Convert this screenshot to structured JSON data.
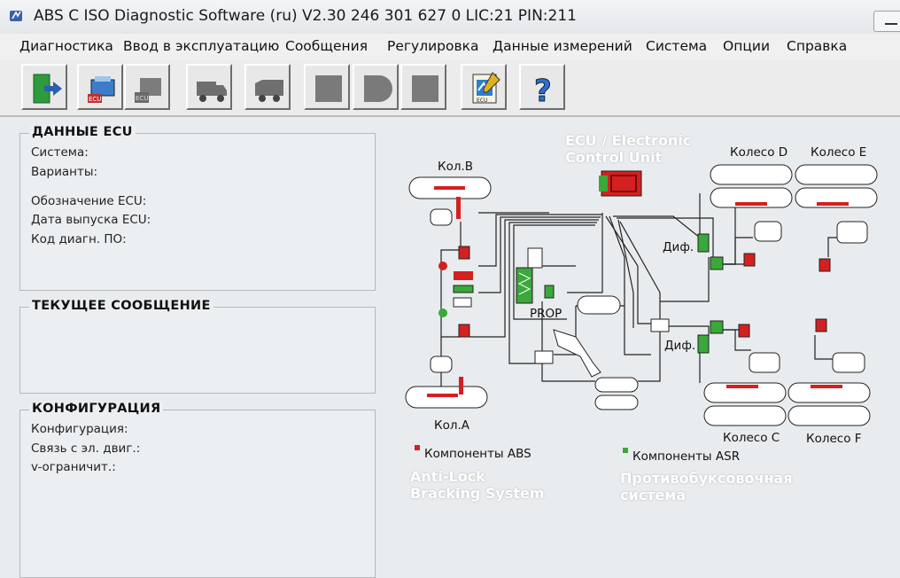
{
  "window": {
    "title": "ABS C ISO Diagnostic Software (ru) V2.30   246 301 627 0   LIC:21 PIN:211"
  },
  "menu": [
    "Диагностика",
    "Ввод в эксплуатацию",
    "Сообщения",
    "Регулировка",
    "Данные измерений",
    "Система",
    "Опции",
    "Справка"
  ],
  "toolbar": {
    "buttons": [
      "exit-icon",
      "ecu-read-icon",
      "ecu-write-icon",
      "truck-icon",
      "trailer-icon",
      "square-icon",
      "round-icon",
      "square-icon",
      "ecu-report-icon",
      "help-icon"
    ]
  },
  "ecu_panel": {
    "title": "ДАННЫЕ ECU",
    "fields": [
      "Система:",
      "Варианты:",
      "Обозначение ECU:",
      "Дата выпуска ECU:",
      "Код диагн. ПО:"
    ]
  },
  "message_panel": {
    "title": "ТЕКУЩЕЕ СООБЩЕНИЕ"
  },
  "config_panel": {
    "title": "КОНФИГУРАЦИЯ",
    "fields": [
      "Конфигурация:",
      "Связь с эл. двиг.:",
      "v-ограничит.:"
    ]
  },
  "diagram": {
    "labels": {
      "kol_b": "Кол.B",
      "kol_a": "Кол.A",
      "wheel_d": "Колесо D",
      "wheel_e": "Колесо E",
      "wheel_c": "Колесо C",
      "wheel_f": "Колесо F",
      "dif_top": "Диф.",
      "dif_bottom": "Диф.",
      "prop": "PROP"
    },
    "legend": {
      "abs": "Компоненты ABS",
      "asr": "Компоненты ASR"
    },
    "colors": {
      "abs": "#d42020",
      "asr": "#3aa83a",
      "line": "#222222"
    }
  },
  "annotations": {
    "ecu": [
      "ECU / Electronic",
      "Control Unit"
    ],
    "abs": [
      "Anti-Lock",
      "Bracking System"
    ],
    "asr": [
      "Противобуксовочная",
      "система"
    ]
  }
}
